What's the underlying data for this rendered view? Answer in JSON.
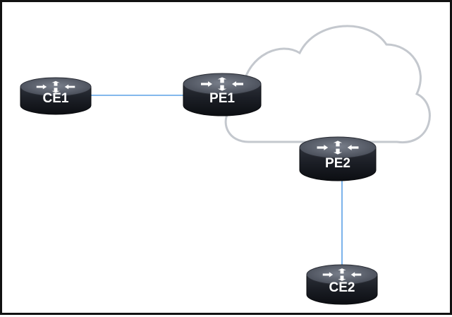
{
  "routers": [
    {
      "id": "ce1",
      "label": "CE1"
    },
    {
      "id": "pe1",
      "label": "PE1"
    },
    {
      "id": "pe2",
      "label": "PE2"
    },
    {
      "id": "ce2",
      "label": "CE2"
    }
  ],
  "colors": {
    "link": "#5aa0e6",
    "cloud_stroke": "#c4c8ce",
    "router_top": "#5a5f6a",
    "router_side": "#1d2028",
    "arrow": "#ffffff"
  }
}
